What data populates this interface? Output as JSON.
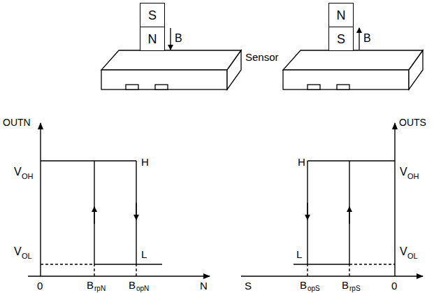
{
  "diagram": {
    "nodes": [
      {
        "text": [
          "S"
        ]
      },
      {
        "text": [
          "N"
        ]
      },
      {
        "text": [
          "N"
        ]
      },
      {
        "text": [
          "S"
        ]
      }
    ],
    "labels": [
      "B",
      "Sensor",
      "B",
      "OUTN",
      "V",
      "OH",
      "H",
      "V",
      "OL",
      "L",
      "0",
      "B",
      "rpN",
      "B",
      "opN",
      "N",
      "OUTS",
      "H",
      "V",
      "OH",
      "L",
      "V",
      "OL",
      "S",
      "B",
      "opS",
      "B",
      "rpS",
      "0"
    ]
  }
}
